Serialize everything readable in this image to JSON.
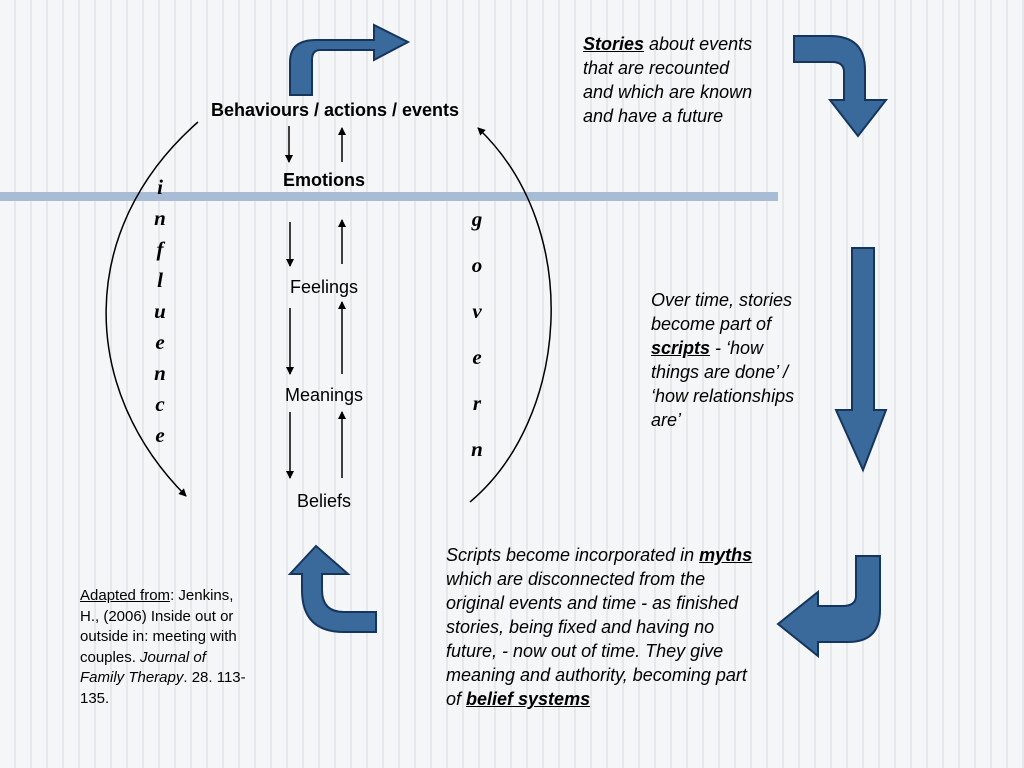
{
  "chain": {
    "top": "Behaviours / actions / events",
    "emotions": "Emotions",
    "feelings": "Feelings",
    "meanings": "Meanings",
    "beliefs": "Beliefs"
  },
  "side_words": {
    "left": [
      "i",
      "n",
      "f",
      "l",
      "u",
      "e",
      "n",
      "c",
      "e"
    ],
    "right": [
      "g",
      "o",
      "v",
      "e",
      "r",
      "n"
    ]
  },
  "stories": {
    "bold": "Stories",
    "rest": " about events that are recounted and which are known and have a future"
  },
  "scripts": {
    "pre": "Over time, stories become part of ",
    "bold": "scripts",
    "post": " - ‘how things are done’ / ‘how relationships are’"
  },
  "myths": {
    "pre": "Scripts become incorporated in ",
    "bold": "myths",
    "mid": " which are disconnected from the original events and time - as finished stories, being fixed and having no future, - now out of time. They give meaning and authority, becoming part of ",
    "bold2": "belief systems"
  },
  "citation": {
    "label": "Adapted from",
    "colon": ":",
    "text": " Jenkins, H., (2006) Inside out or outside in: meeting with couples.  ",
    "journal": "Journal of Family Therapy",
    "rest": ".  28. 113-135."
  },
  "colors": {
    "arrow_fill": "#3a6a9c",
    "arrow_stroke": "#15355c",
    "divider": "#a9bcd6"
  },
  "icons": [
    "curved-arrow-right-icon",
    "curved-arrow-down-icon",
    "down-arrow-icon",
    "curved-arrow-left-icon",
    "curved-arrow-up-icon"
  ]
}
